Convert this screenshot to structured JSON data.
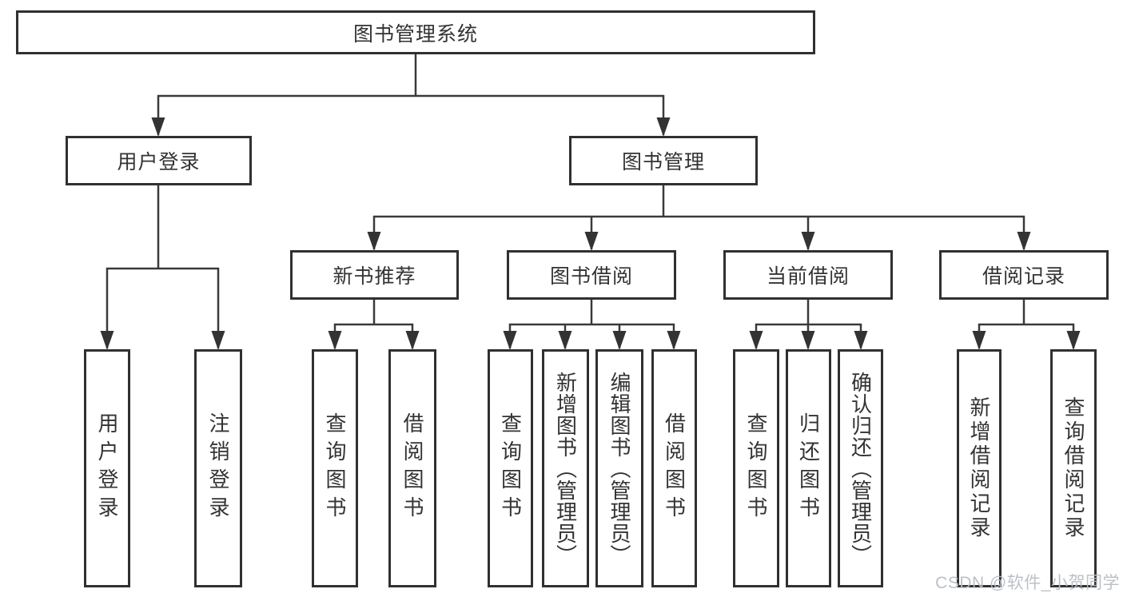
{
  "tree": {
    "label": "图书管理系统",
    "children": [
      {
        "label": "用户登录",
        "children": [
          {
            "label": "用户登录"
          },
          {
            "label": "注销登录"
          }
        ]
      },
      {
        "label": "图书管理",
        "children": [
          {
            "label": "新书推荐",
            "children": [
              {
                "label": "查询图书"
              },
              {
                "label": "借阅图书"
              }
            ]
          },
          {
            "label": "图书借阅",
            "children": [
              {
                "label": "查询图书"
              },
              {
                "label": "新增图书（管理员）"
              },
              {
                "label": "编辑图书（管理员）"
              },
              {
                "label": "借阅图书"
              }
            ]
          },
          {
            "label": "当前借阅",
            "children": [
              {
                "label": "查询图书"
              },
              {
                "label": "归还图书"
              },
              {
                "label": "确认归还（管理员）"
              }
            ]
          },
          {
            "label": "借阅记录",
            "children": [
              {
                "label": "新增借阅记录"
              },
              {
                "label": "查询借阅记录"
              }
            ]
          }
        ]
      }
    ]
  },
  "watermark": "CSDN @软件_小贺同学",
  "colors": {
    "line": "#3a3a3a",
    "box_border": "#303030",
    "text": "#333333",
    "watermark": "#b8bdc4",
    "background": "#ffffff"
  }
}
